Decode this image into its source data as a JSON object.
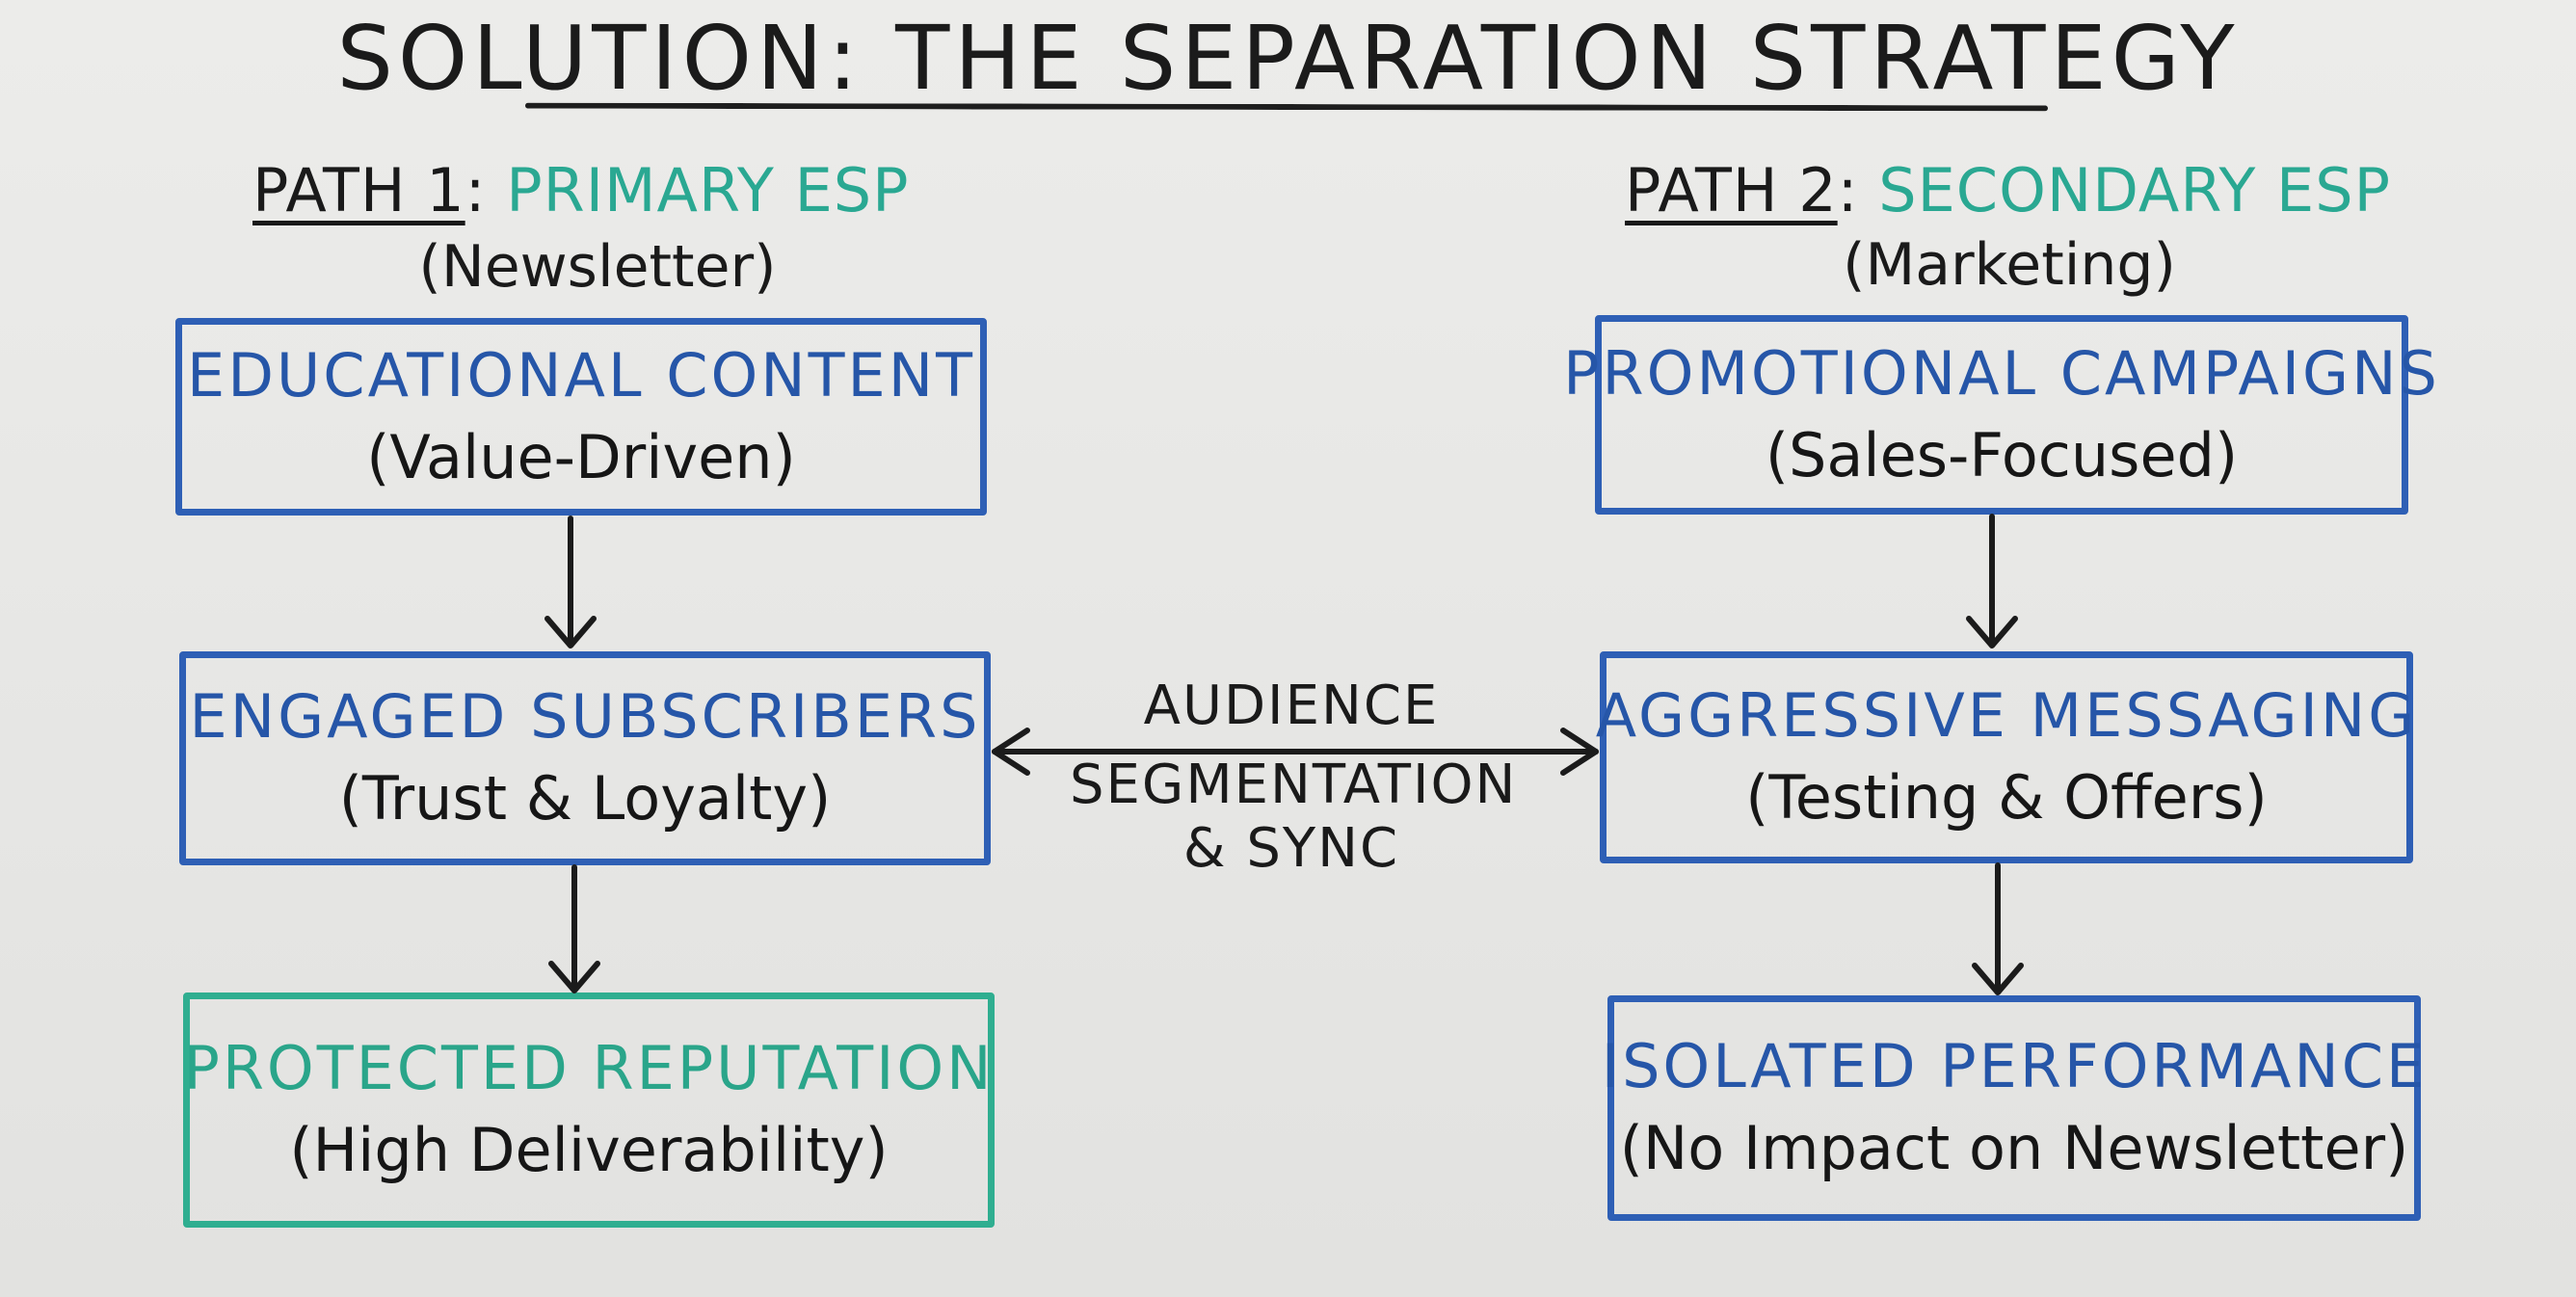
{
  "title": "SOLUTION: THE SEPARATION STRATEGY",
  "colors": {
    "box_blue": "#2e5fb5",
    "box_green": "#2fae90",
    "esp_teal": "#2aa892",
    "ink": "#1a1a1a"
  },
  "paths": [
    {
      "label": "PATH 1",
      "separator": ":",
      "esp": "PRIMARY ESP",
      "subtitle": "(Newsletter)",
      "boxes": [
        {
          "title": "EDUCATIONAL CONTENT",
          "subtitle": "(Value-Driven)"
        },
        {
          "title": "ENGAGED SUBSCRIBERS",
          "subtitle": "(Trust & Loyalty)"
        },
        {
          "title": "PROTECTED REPUTATION",
          "subtitle": "(High Deliverability)"
        }
      ]
    },
    {
      "label": "PATH 2",
      "separator": ":",
      "esp": "SECONDARY ESP",
      "subtitle": "(Marketing)",
      "boxes": [
        {
          "title": "PROMOTIONAL CAMPAIGNS",
          "subtitle": "(Sales-Focused)"
        },
        {
          "title": "AGGRESSIVE MESSAGING",
          "subtitle": "(Testing & Offers)"
        },
        {
          "title": "ISOLATED PERFORMANCE",
          "subtitle": "(No Impact on Newsletter)"
        }
      ]
    }
  ],
  "connector": {
    "line1": "AUDIENCE",
    "line2": "SEGMENTATION",
    "line3": "& SYNC"
  }
}
